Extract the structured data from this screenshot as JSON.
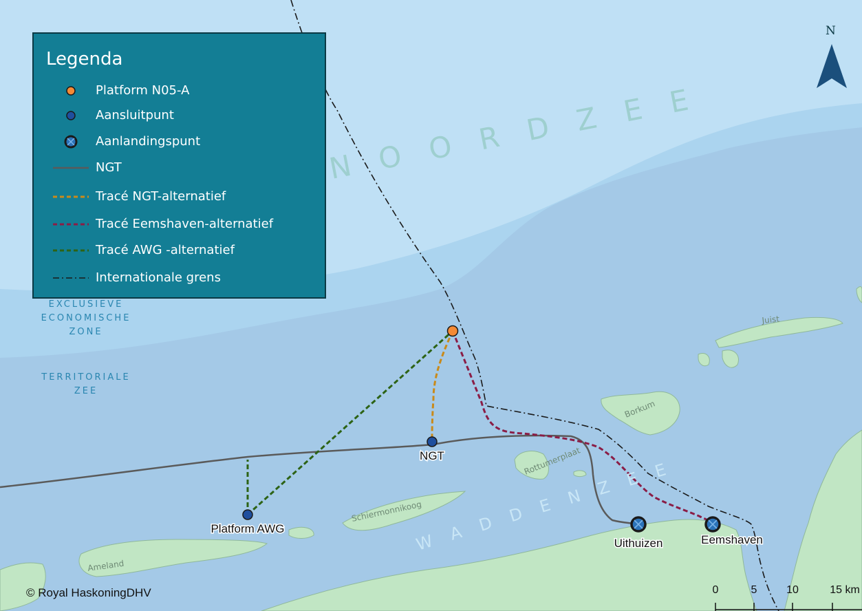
{
  "legend": {
    "title": "Legenda",
    "items": [
      {
        "label": "Platform N05-A",
        "symbol": "orange-circle-icon",
        "color": "#f58a35"
      },
      {
        "label": "Aansluitpunt",
        "symbol": "blue-circle-icon",
        "color": "#1f4f9e"
      },
      {
        "label": "Aanlandingspunt",
        "symbol": "crossed-circle-icon",
        "color": "#2b73b9"
      },
      {
        "label": "NGT",
        "symbol": "solid-line-icon",
        "color": "#5a5a5a"
      },
      {
        "label": "Tracé NGT-alternatief",
        "symbol": "dashed-line-icon",
        "color": "#c98a1a"
      },
      {
        "label": "Tracé Eemshaven-alternatief",
        "symbol": "dashed-line-icon",
        "color": "#8a1d46"
      },
      {
        "label": "Tracé AWG -alternatief",
        "symbol": "dashed-line-icon",
        "color": "#2d6315"
      },
      {
        "label": "Internationale grens",
        "symbol": "dash-dot-line-icon",
        "color": "#1a1a1a"
      }
    ]
  },
  "map": {
    "sea_label": "N O O R D Z E E",
    "wadden_label": "W A D D E N Z E E",
    "zone_labels": {
      "eez_line1": "EXCLUSIEVE",
      "eez_line2": "ECONOMISCHE",
      "eez_line3": "ZONE",
      "ter_line1": "TERRITORIALE",
      "ter_line2": "ZEE"
    },
    "islands": {
      "juist": "Juist",
      "borkum": "Borkum",
      "rottumerplaat": "Rottumerplaat",
      "schiermonnikoog": "Schiermonnikoog",
      "ameland": "Ameland"
    },
    "points": {
      "platform_awg": "Platform AWG",
      "ngt": "NGT",
      "uithuizen": "Uithuizen",
      "eemshaven": "Eemshaven"
    },
    "colors": {
      "sea_deep": "#bfe0f5",
      "sea_mid": "#a8d3ee",
      "sea_shallow": "#a3c9e6",
      "land": "#c1e6c4",
      "label_blue": "#2a86b0"
    }
  },
  "north": {
    "label": "N"
  },
  "scale": {
    "ticks": [
      "0",
      "5",
      "10",
      "15 km"
    ]
  },
  "copyright": "© Royal HaskoningDHV"
}
